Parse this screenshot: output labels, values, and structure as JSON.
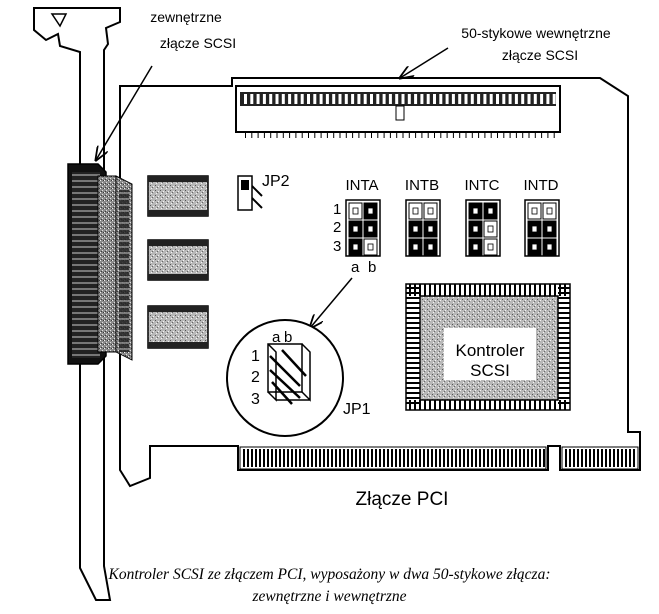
{
  "labels": {
    "external_connector": [
      "zewnętrzne",
      "złącze SCSI"
    ],
    "internal_connector": [
      "50-stykowe wewnętrzne",
      "złącze SCSI"
    ],
    "jp2": "JP2",
    "jp1": "JP1",
    "int_headers": [
      "INTA",
      "INTB",
      "INTC",
      "INTD"
    ],
    "row_numbers": [
      "1",
      "2",
      "3"
    ],
    "column_letters": [
      "a",
      "b"
    ],
    "controller_chip": [
      "Kontroler",
      "SCSI"
    ],
    "pci_connector": "Złącze PCI"
  },
  "caption": [
    "Kontroler SCSI ze złączem PCI, wyposażony w dwa 50-stykowe złącza:",
    "zewnętrzne i  wewnętrzne"
  ]
}
